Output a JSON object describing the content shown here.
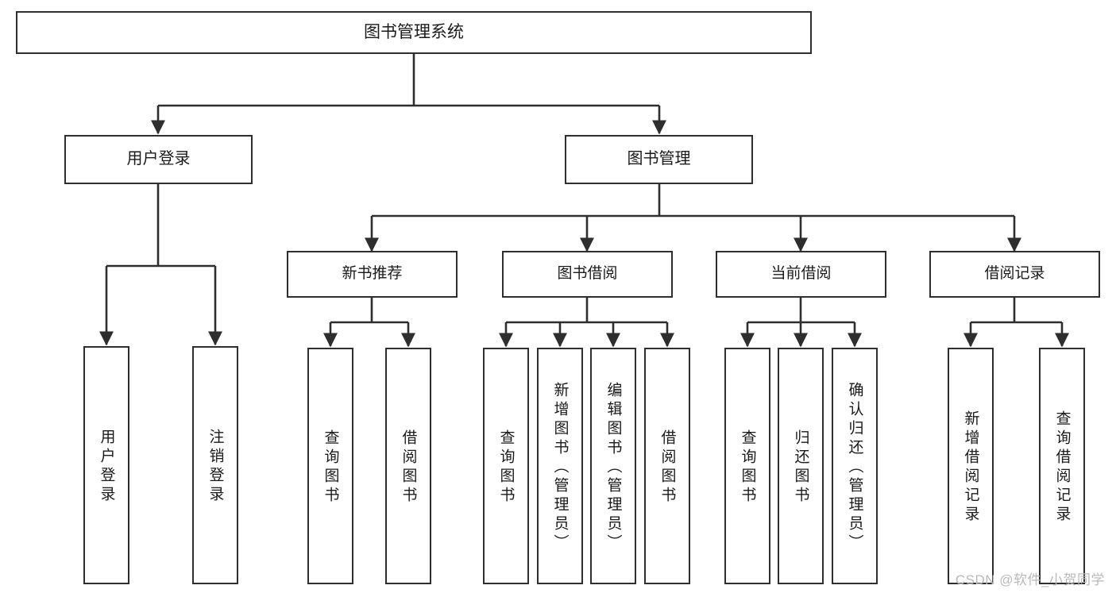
{
  "diagram": {
    "title": "图书管理系统",
    "type": "tree-hierarchy",
    "watermark": "CSDN @软件_小贺同学",
    "colors": {
      "background": "#ffffff",
      "box_border": "#2e2e2e",
      "box_fill": "#ffffff",
      "connector": "#2e2e2e",
      "text": "#1a1a1a",
      "watermark": "#b9b9b9"
    },
    "root": {
      "label": "图书管理系统"
    },
    "branches": [
      {
        "id": "user-login",
        "label": "用户登录",
        "leaves": [
          {
            "id": "leaf-user-login",
            "label": "用户登录"
          },
          {
            "id": "leaf-logout",
            "label": "注销登录"
          }
        ]
      },
      {
        "id": "book-management",
        "label": "图书管理",
        "groups": [
          {
            "id": "new-book-recommend",
            "label": "新书推荐",
            "leaves": [
              {
                "id": "leaf-query-book-1",
                "label": "查询图书"
              },
              {
                "id": "leaf-borrow-book-1",
                "label": "借阅图书"
              }
            ]
          },
          {
            "id": "book-borrow",
            "label": "图书借阅",
            "leaves": [
              {
                "id": "leaf-query-book-2",
                "label": "查询图书"
              },
              {
                "id": "leaf-add-book",
                "label": "新增图书（管理员）"
              },
              {
                "id": "leaf-edit-book",
                "label": "编辑图书（管理员）"
              },
              {
                "id": "leaf-borrow-book-2",
                "label": "借阅图书"
              }
            ]
          },
          {
            "id": "current-borrow",
            "label": "当前借阅",
            "leaves": [
              {
                "id": "leaf-query-book-3",
                "label": "查询图书"
              },
              {
                "id": "leaf-return-book",
                "label": "归还图书"
              },
              {
                "id": "leaf-confirm-return",
                "label": "确认归还（管理员）"
              }
            ]
          },
          {
            "id": "borrow-record",
            "label": "借阅记录",
            "leaves": [
              {
                "id": "leaf-add-record",
                "label": "新增借阅记录"
              },
              {
                "id": "leaf-query-record",
                "label": "查询借阅记录"
              }
            ]
          }
        ]
      }
    ]
  }
}
